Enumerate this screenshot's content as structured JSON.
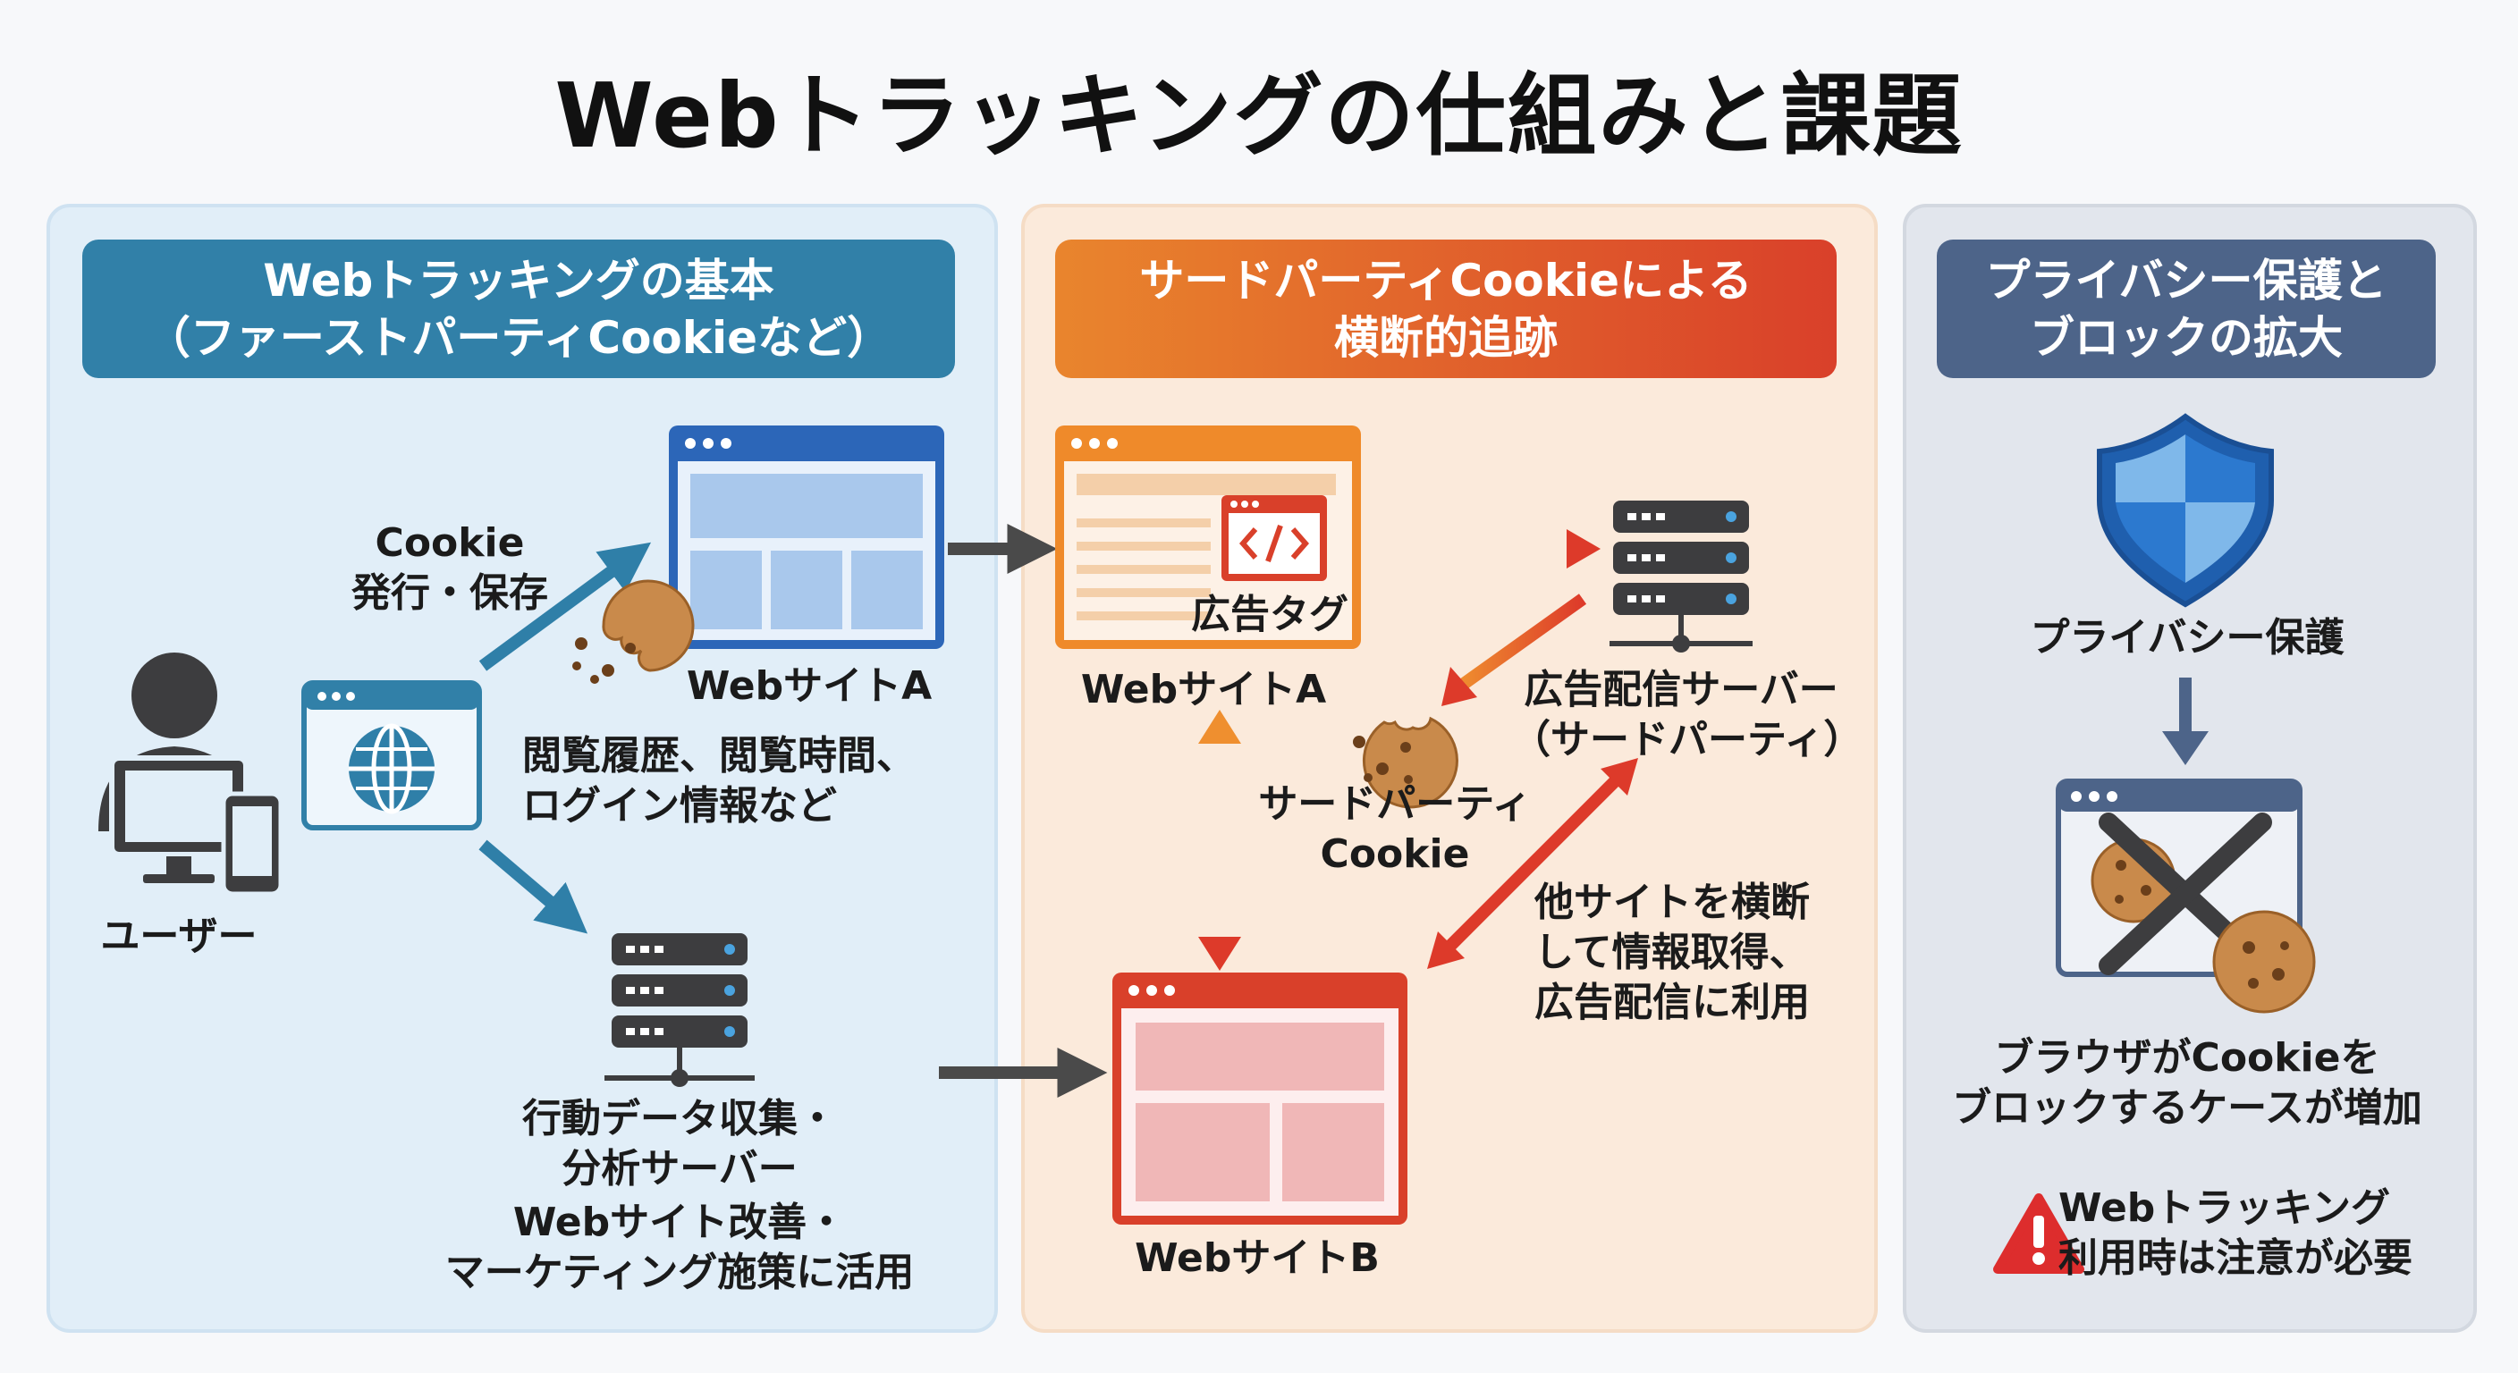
{
  "title": "Webトラッキングの仕組みと課題",
  "panels": {
    "basic": {
      "header_line1": "Webトラッキングの基本",
      "header_line2": "（ファーストパーティCookieなど）",
      "user_label": "ユーザー",
      "cookie_issue_line1": "Cookie",
      "cookie_issue_line2": "発行・保存",
      "website_a": "WebサイトA",
      "history_line1": "閲覧履歴、閲覧時間、",
      "history_line2": "ログイン情報など",
      "server_line1": "行動データ収集・",
      "server_line2": "分析サーバー",
      "usage_line1": "Webサイト改善・",
      "usage_line2": "マーケティング施策に活用"
    },
    "third_party": {
      "header_line1": "サードパーティCookieによる",
      "header_line2": "横断的追跡",
      "ad_tag": "広告タグ",
      "website_a": "WebサイトA",
      "ad_server_line1": "広告配信サーバー",
      "ad_server_line2": "（サードパーティ）",
      "cookie_line1": "サードパーティ",
      "cookie_line2": "Cookie",
      "cross_line1": "他サイトを横断",
      "cross_line2": "して情報取得、",
      "cross_line3": "広告配信に利用",
      "website_b": "WebサイトB"
    },
    "privacy": {
      "header_line1": "プライバシー保護と",
      "header_line2": "ブロックの拡大",
      "protection": "プライバシー保護",
      "block_line1": "ブラウザがCookieを",
      "block_line2": "ブロックするケースが増加",
      "warning_line1": "Webトラッキング",
      "warning_line2": "利用時は注意が必要"
    }
  },
  "colors": {
    "blue_panel": "#e1eef8",
    "orange_panel": "#fbeadb",
    "gray_panel": "#e2e6ed",
    "blue_accent": "#3180a8",
    "red_accent": "#d9402a",
    "navy_accent": "#4d6489"
  }
}
